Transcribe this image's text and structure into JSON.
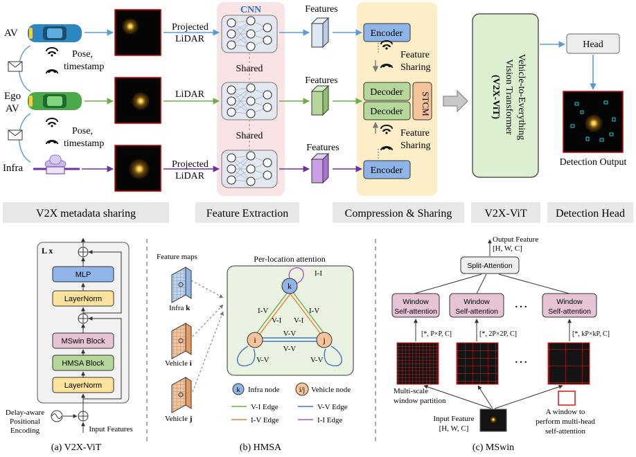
{
  "top": {
    "agents": {
      "av": "AV",
      "ego_line1": "Ego",
      "ego_line2": "AV",
      "infra": "Infra"
    },
    "pose_line1": "Pose,",
    "pose_line2": "timestamp",
    "projected": "Projected",
    "lidar": "LiDAR",
    "cnn_title": "CNN",
    "shared": "Shared",
    "features": "Features",
    "encoder": "Encoder",
    "decoder": "Decoder",
    "stcm": "STCM",
    "feature_sharing_line1": "Feature",
    "feature_sharing_line2": "Sharing",
    "vit_line1": "Vehicle-to-Everything",
    "vit_line2": "Vision Transformer",
    "vit_line3": "(V2X-ViT)",
    "head": "Head",
    "detection_output": "Detection Output",
    "stages": [
      "V2X metadata sharing",
      "Feature Extraction",
      "Compression & Sharing",
      "V2X-ViT",
      "Detection Head"
    ]
  },
  "panel_a": {
    "repeat": "L x",
    "mlp": "MLP",
    "layernorm": "LayerNorm",
    "mswin": "MSwin Block",
    "hmsa": "HMSA Block",
    "pe_line1": "Delay-aware",
    "pe_line2": "Positional",
    "pe_line3": "Encoding",
    "input": "Input Features",
    "caption": "(a) V2X-ViT"
  },
  "panel_b": {
    "feature_maps": "Feature maps",
    "infra_label": "Infra",
    "vehicle_label": "Vehicle",
    "k": "k",
    "i": "i",
    "j": "j",
    "title": "Per-location attention",
    "ii": "I-I",
    "iv": "I-V",
    "vi": "V-I",
    "vv": "V-V",
    "legend": {
      "infra_node": "Infra node",
      "vehicle_node": "Vehicle node",
      "node_ij": "i/j",
      "vi_edge": "V-I Edge",
      "vv_edge": "V-V Edge",
      "iv_edge": "I-V Edge",
      "ii_edge": "I-I Edge"
    },
    "caption": "(b) HMSA"
  },
  "panel_c": {
    "output_line1": "Output Feature",
    "output_line2": "[H, W, C]",
    "split_attention": "Split-Attention",
    "window_line1": "Window",
    "window_line2": "Self-attention",
    "dims": [
      "[*, P×P, C]",
      "[*, 2P×2P, C]",
      "[*, kP×kP, C]"
    ],
    "ellipsis": "…",
    "multiscale_line1": "Multi-scale",
    "multiscale_line2": "window partition",
    "input_line1": "Input Feature",
    "input_line2": "[H, W, C]",
    "window_note_line1": "A window to",
    "window_note_line2": "perform multi-head",
    "window_note_line3": "self-attention",
    "caption": "(c) MSwin"
  },
  "colors": {
    "cnn_bg": "#f8e4e4",
    "share_bg": "#fcefc8",
    "vit_bg": "#dcefd0",
    "encoder": "#8fb4e8",
    "decoder": "#b5d89a",
    "stcm": "#f6c49a",
    "mlp": "#8fb4e8",
    "layernorm": "#fbe39e",
    "mswin": "#e7c3d6",
    "hmsa": "#b5d89a",
    "blue_arrow": "#5b9bd5",
    "green_arrow": "#70ad47",
    "purple_arrow": "#7030a0",
    "vi_edge": "#70ad47",
    "iv_edge": "#ed7d31",
    "vv_edge": "#4472c4",
    "ii_edge": "#b04cd8"
  }
}
